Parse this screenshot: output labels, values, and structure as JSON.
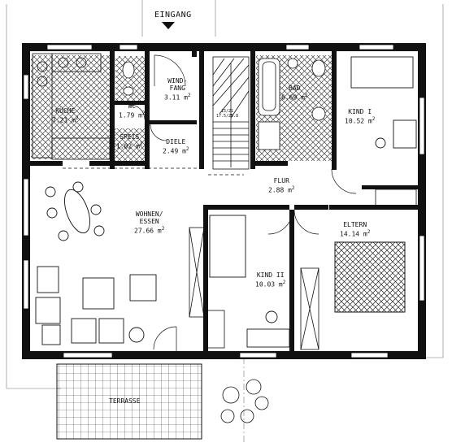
{
  "entrance": {
    "label": "EINGANG"
  },
  "terrace": {
    "label": "TERRASSE"
  },
  "stair": {
    "label": "15/21",
    "sub": "17.5/25.8"
  },
  "rooms": [
    {
      "id": "kueche",
      "name": "KÜCHE",
      "area": "7.21"
    },
    {
      "id": "wc",
      "name": "WC",
      "area": "1.79"
    },
    {
      "id": "windfang",
      "name": "WIND-\nFANG",
      "area": "3.11"
    },
    {
      "id": "speis",
      "name": "SPEIS",
      "area": "1.02"
    },
    {
      "id": "diele",
      "name": "DIELE",
      "area": "2.49"
    },
    {
      "id": "bad",
      "name": "BAD",
      "area": "6.69"
    },
    {
      "id": "kind1",
      "name": "KIND I",
      "area": "10.52"
    },
    {
      "id": "flur",
      "name": "FLUR",
      "area": "2.88"
    },
    {
      "id": "wohnen",
      "name": "WOHNEN/\nESSEN",
      "area": "27.66"
    },
    {
      "id": "eltern",
      "name": "ELTERN",
      "area": "14.14"
    },
    {
      "id": "kind2",
      "name": "KIND II",
      "area": "10.03"
    }
  ],
  "area_unit": "m",
  "area_exp": "2"
}
